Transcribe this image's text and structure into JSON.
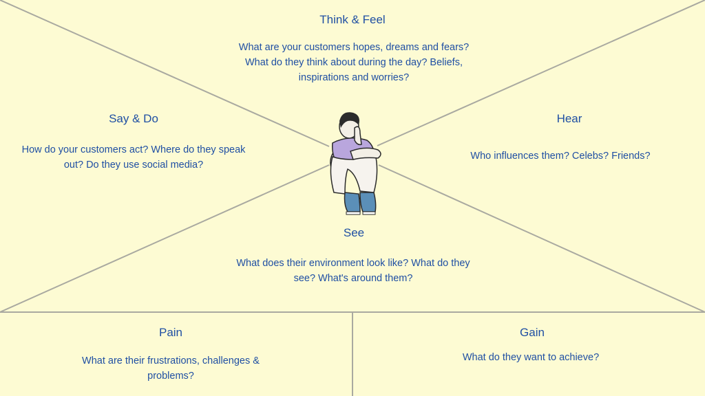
{
  "sections": {
    "think_feel": {
      "title": "Think & Feel",
      "text": "What are your customers hopes, dreams and fears? What do they think about during the day? Beliefs, inspirations and worries?"
    },
    "say_do": {
      "title": "Say & Do",
      "text": "How do your customers act? Where do they speak out? Do they use social media?"
    },
    "hear": {
      "title": "Hear",
      "text": "Who influences them? Celebs? Friends?"
    },
    "see": {
      "title": "See",
      "text": "What does their environment look like? What do they see? What's around them?"
    },
    "pain": {
      "title": "Pain",
      "text": "What are their frustrations, challenges & problems?"
    },
    "gain": {
      "title": "Gain",
      "text": "What do they want to achieve?"
    }
  },
  "colors": {
    "background": "#fdfbd3",
    "lines": "#a9a9a0",
    "text": "#1f4fa3",
    "shirt": "#b9a6dd",
    "shoes": "#5b8fb8",
    "hair": "#2b2b2b"
  }
}
